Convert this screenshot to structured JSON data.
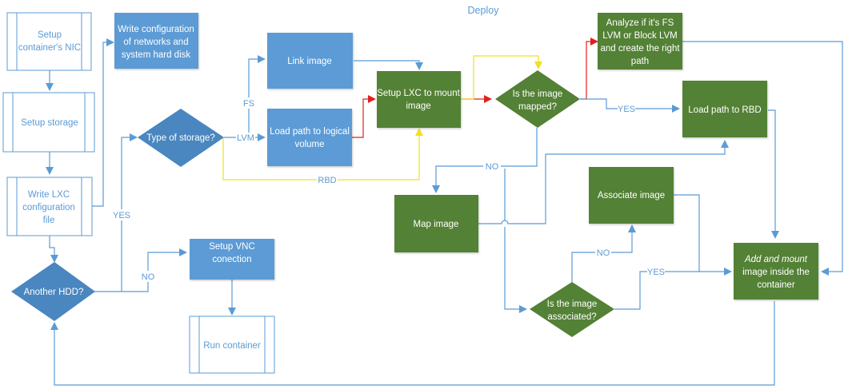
{
  "title": "Deploy",
  "colors": {
    "process_blue": "#5b9bd5",
    "decision_blue": "#4a86bf",
    "process_green": "#538135",
    "edge_blue": "#5b9bd5",
    "edge_red": "#e02020",
    "edge_yellow": "#f0e020",
    "predefined_fill": "#ffffff",
    "predefined_border": "#5b9bd5"
  },
  "nodes": {
    "setup_nic": {
      "lines": [
        "Setup",
        "container's NIC"
      ],
      "type": "predefined-process"
    },
    "setup_storage": {
      "lines": [
        "Setup storage"
      ],
      "type": "predefined-process"
    },
    "write_lxc_config": {
      "lines": [
        "Write LXC",
        "configuration",
        "file"
      ],
      "type": "predefined-process"
    },
    "write_net_config": {
      "lines": [
        "Write configuration",
        "of networks and",
        "system hard disk"
      ],
      "type": "process"
    },
    "another_hdd": {
      "lines": [
        "Another HDD?"
      ],
      "type": "decision"
    },
    "type_of_storage": {
      "lines": [
        "Type of storage?"
      ],
      "type": "decision"
    },
    "link_image": {
      "lines": [
        "Link image"
      ],
      "type": "process"
    },
    "load_path_lv": {
      "lines": [
        "Load path to logical",
        "volume"
      ],
      "type": "process"
    },
    "setup_lxc_mount": {
      "lines": [
        "Setup LXC to mount",
        "image"
      ],
      "type": "process"
    },
    "is_image_mapped": {
      "lines": [
        "Is the image",
        "mapped?"
      ],
      "type": "decision"
    },
    "analyze_lvm": {
      "lines": [
        "Analyze if it's FS",
        "LVM or Block LVM",
        "and create the right",
        "path"
      ],
      "type": "process"
    },
    "load_path_rbd": {
      "lines": [
        "Load path to RBD"
      ],
      "type": "process"
    },
    "map_image": {
      "lines": [
        "Map image"
      ],
      "type": "process"
    },
    "associate_image": {
      "lines": [
        "Associate image"
      ],
      "type": "process"
    },
    "is_image_associated": {
      "lines": [
        "Is the image",
        "associated?"
      ],
      "type": "decision"
    },
    "add_mount_image": {
      "lines": [
        "Add and mount",
        "image inside the",
        "container"
      ],
      "type": "process"
    },
    "setup_vnc": {
      "lines": [
        "Setup VNC",
        "conection"
      ],
      "type": "process"
    },
    "run_container": {
      "lines": [
        "Run container"
      ],
      "type": "predefined-process"
    }
  },
  "edge_labels": {
    "yes_hdd": "YES",
    "no_hdd": "NO",
    "fs": "FS",
    "lvm": "LVM",
    "rbd": "RBD",
    "yes_mapped": "YES",
    "no_mapped": "NO",
    "no_associated": "NO",
    "yes_associated": "YES"
  }
}
